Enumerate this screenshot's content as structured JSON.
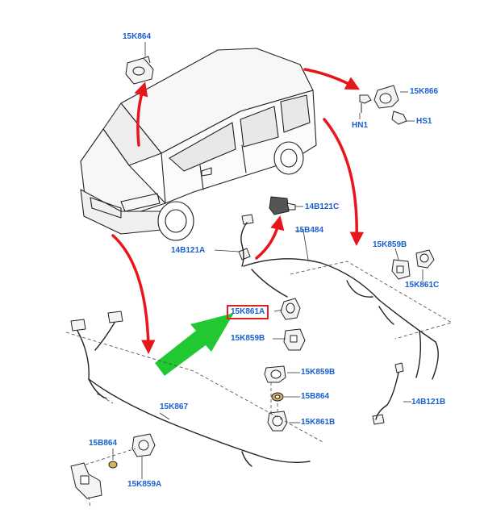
{
  "colors": {
    "label": "#1a5fd0",
    "callout_arrow": "#e8151b",
    "pointer_arrow": "#22c832",
    "highlight_box": "#e02020",
    "line_art": "#222222"
  },
  "labels": {
    "p_15k864_top": "15K864",
    "p_15k866": "15K866",
    "p_hn1": "HN1",
    "p_hs1": "HS1",
    "p_14b121c": "14B121C",
    "p_15b484": "15B484",
    "p_14b121a": "14B121A",
    "p_15k859b_right": "15K859B",
    "p_15k861c": "15K861C",
    "p_15k861a": "15K861A",
    "p_15k859b_mid": "15K859B",
    "p_15k859b_low": "15K859B",
    "p_15b864_mid": "15B864",
    "p_15k861b": "15K861B",
    "p_14b121b": "14B121B",
    "p_15k867": "15K867",
    "p_15b864_left": "15B864",
    "p_15k859a": "15K859A"
  },
  "highlighted_label": "p_15k861a"
}
